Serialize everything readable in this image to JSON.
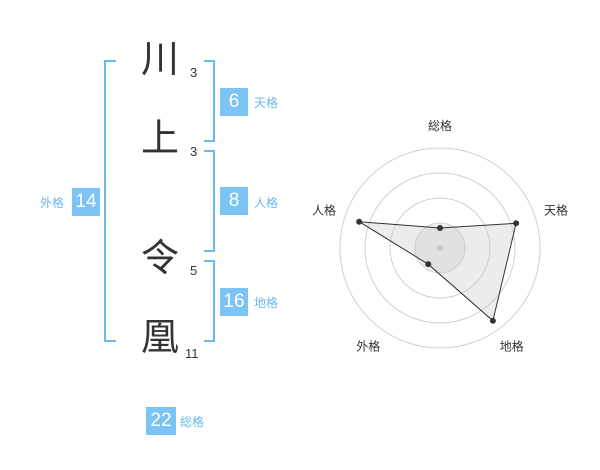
{
  "name": {
    "chars": [
      {
        "char": "川",
        "strokes": "3"
      },
      {
        "char": "上",
        "strokes": "3"
      },
      {
        "char": "令",
        "strokes": "5"
      },
      {
        "char": "凰",
        "strokes": "11"
      }
    ]
  },
  "fortunes": {
    "tenkaku": {
      "value": "6",
      "label": "天格"
    },
    "jinkaku": {
      "value": "8",
      "label": "人格"
    },
    "chikaku": {
      "value": "16",
      "label": "地格"
    },
    "gaikaku": {
      "value": "14",
      "label": "外格"
    },
    "soukaku": {
      "value": "22",
      "label": "総格"
    }
  },
  "colors": {
    "accent": "#7cc4f3",
    "bracket": "#6ab8ec",
    "text": "#333333"
  },
  "chart_data": {
    "type": "radar",
    "axes": [
      "総格",
      "天格",
      "地格",
      "外格",
      "人格"
    ],
    "values": [
      0.2,
      0.8,
      0.9,
      0.2,
      0.85
    ],
    "rings": 4,
    "grid": true
  }
}
